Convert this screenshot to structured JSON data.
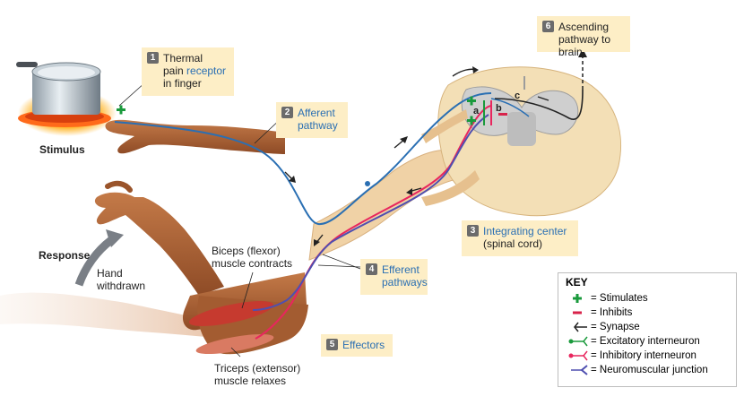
{
  "stimulus": {
    "label": "Stimulus"
  },
  "response": {
    "label": "Response",
    "action": "Hand withdrawn"
  },
  "steps": [
    {
      "num": "1",
      "line1": "Thermal",
      "line2a": "pain ",
      "line2b": "receptor",
      "line3": "in finger"
    },
    {
      "num": "2",
      "line1": "Afferent",
      "line2": "pathway"
    },
    {
      "num": "3",
      "line1": "Integrating center",
      "line2": "(spinal cord)"
    },
    {
      "num": "4",
      "line1": "Efferent",
      "line2": "pathways"
    },
    {
      "num": "5",
      "line1": "Effectors"
    },
    {
      "num": "6",
      "line1": "Ascending",
      "line2": "pathway to brain"
    }
  ],
  "muscles": {
    "biceps_line1": "Biceps (flexor)",
    "biceps_line2": "muscle contracts",
    "triceps_line1": "Triceps (extensor)",
    "triceps_line2": "muscle relaxes"
  },
  "spinal_letters": {
    "a": "a",
    "b": "b",
    "c": "c"
  },
  "key": {
    "title": "KEY",
    "items": [
      {
        "symbol": "plus-icon",
        "color": "#1a9a3c",
        "text": "= Stimulates"
      },
      {
        "symbol": "minus-icon",
        "color": "#d8234a",
        "text": "= Inhibits"
      },
      {
        "symbol": "synapse-icon",
        "color": "#222222",
        "text": "= Synapse"
      },
      {
        "symbol": "excitatory-interneuron-icon",
        "color": "#1a9a3c",
        "text": "= Excitatory interneuron"
      },
      {
        "symbol": "inhibitory-interneuron-icon",
        "color": "#e8265e",
        "text": "= Inhibitory interneuron"
      },
      {
        "symbol": "neuromuscular-junction-icon",
        "color": "#4f4fb0",
        "text": "= Neuromuscular junction"
      }
    ]
  },
  "colors": {
    "label_box": "#fdeec6",
    "afferent": "#2a6fb3",
    "efferent_pink": "#e8265e",
    "efferent_purple": "#4f4fb0",
    "skin": "#b0653a",
    "spinal_cord": "#f3dfb6"
  }
}
